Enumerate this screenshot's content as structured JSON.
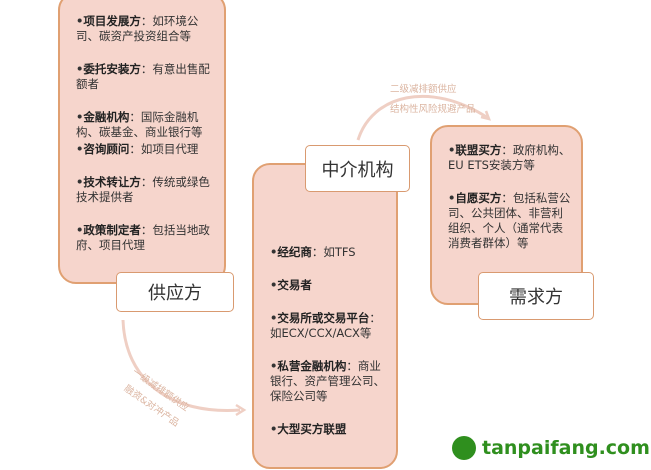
{
  "supplier": {
    "label": "供应方",
    "items": [
      {
        "name": "项目发展方",
        "desc": "如环境公司、碳资产投资组合等"
      },
      {
        "name": "委托安装方",
        "desc": "有意出售配额者"
      },
      {
        "name": "金融机构",
        "desc": "国际金融机构、碳基金、商业银行等"
      },
      {
        "name": "咨询顾问",
        "desc": "如项目代理"
      },
      {
        "name": "技术转让方",
        "desc": "传统或绿色技术提供者"
      },
      {
        "name": "政策制定者",
        "desc": "包括当地政府、项目代理"
      }
    ]
  },
  "intermediary": {
    "label": "中介机构",
    "items": [
      {
        "name": "经纪商",
        "desc": "如TFS"
      },
      {
        "name": "交易者",
        "desc": ""
      },
      {
        "name": "交易所或交易平台",
        "desc": "如ECX/CCX/ACX等"
      },
      {
        "name": "私营金融机构",
        "desc": "商业银行、资产管理公司、保险公司等"
      },
      {
        "name": "大型买方联盟",
        "desc": ""
      }
    ]
  },
  "demand": {
    "label": "需求方",
    "items": [
      {
        "name": "联盟买方",
        "desc": "政府机构、EU ETS安装方等"
      },
      {
        "name": "自愿买方",
        "desc": "包括私营公司、公共团体、非营利组织、个人（通常代表消费者群体）等"
      }
    ]
  },
  "arrows": {
    "primary": {
      "line1": "一级减排额供应",
      "line2": "融资&对冲产品"
    },
    "secondary": {
      "line1": "二级减排额供应",
      "line2": "结构性风险规避产品"
    }
  },
  "watermark": "tanpaifang.com"
}
